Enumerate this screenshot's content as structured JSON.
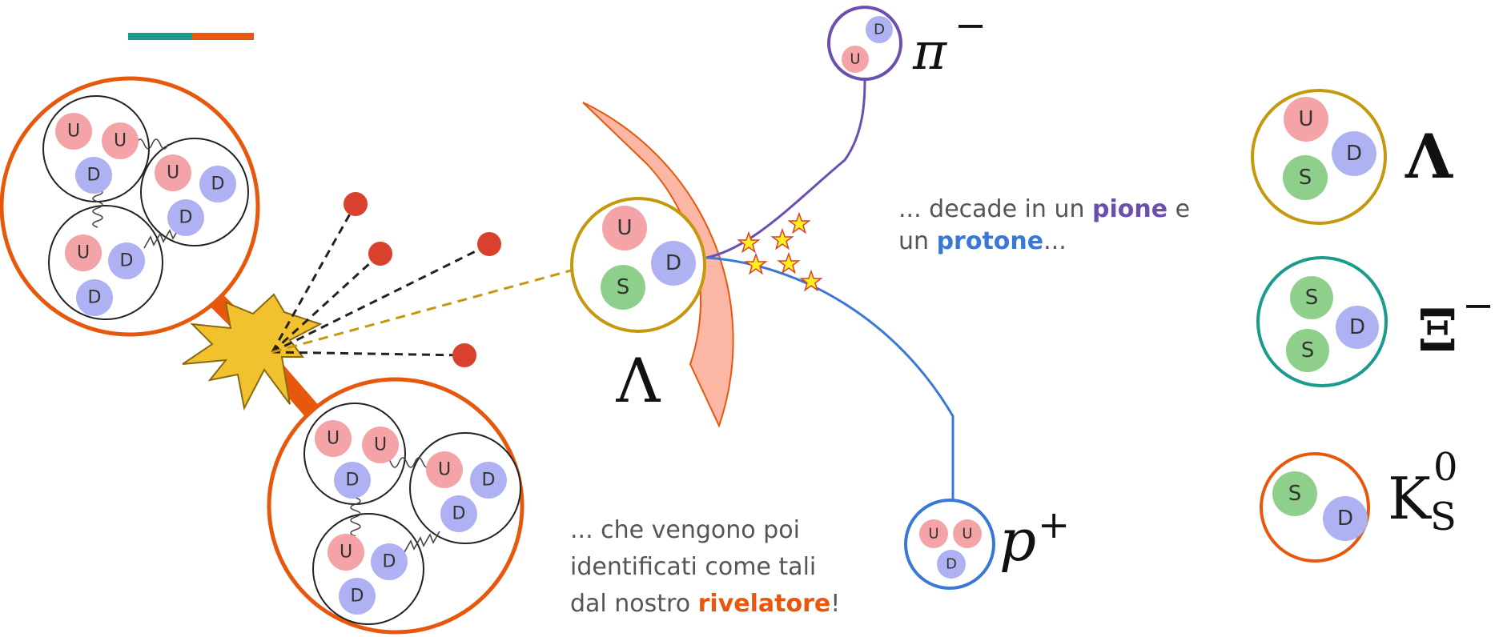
{
  "quarks": {
    "u": "U",
    "d": "D",
    "s": "S"
  },
  "labels": {
    "lambda_center": "Λ",
    "pion": "π",
    "pion_charge": "−",
    "proton": "p",
    "proton_charge": "+",
    "legend_lambda": "Λ",
    "legend_xi": "Ξ",
    "legend_xi_charge": "−",
    "legend_k": "K",
    "legend_k_sup": "0",
    "legend_k_sub": "S"
  },
  "captions": {
    "decay": {
      "part1": "... decade in un ",
      "pion_word": "pione",
      "part2": " e",
      "part3": "un ",
      "proton_word": "protone",
      "part4": "..."
    },
    "identify": {
      "line1": "... che vengono poi",
      "line2": "identificati come tali",
      "line3": "dal nostro ",
      "detector_word": "rivelatore",
      "line3_end": "!"
    }
  },
  "colors": {
    "accent_teal": "#1a9b8c",
    "accent_orange": "#e8580c",
    "up_quark": "#f4a3a6",
    "down_quark": "#aeb2f2",
    "strange_quark": "#8fcf8c",
    "pion": "#6a4fb0",
    "proton": "#3a78d8",
    "lambda": "#c5980e",
    "xi": "#1a9b8c",
    "kaon": "#e8580c",
    "detector": "#fbb6a4",
    "explosion": "#f2c12e"
  }
}
